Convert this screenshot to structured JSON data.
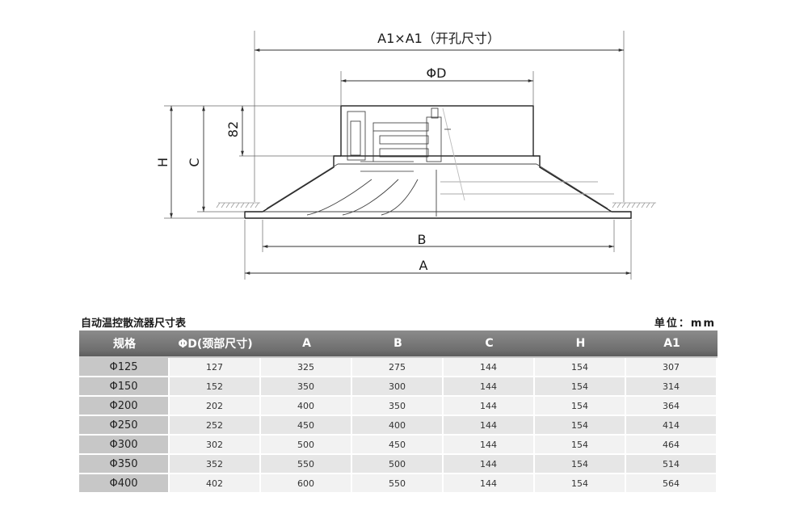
{
  "drawing": {
    "dims": {
      "a1_cut": "A1×A1（开孔尺寸）",
      "phi_d": "ΦD",
      "b": "B",
      "a": "A",
      "h": "H",
      "c": "C",
      "d82": "82"
    }
  },
  "table": {
    "title": "自动温控散流器尺寸表",
    "unit": "单位：mm",
    "headers": [
      "规格",
      "ΦD(颈部尺寸)",
      "A",
      "B",
      "C",
      "H",
      "A1"
    ],
    "rows": [
      [
        "Φ125",
        "127",
        "325",
        "275",
        "144",
        "154",
        "307"
      ],
      [
        "Φ150",
        "152",
        "350",
        "300",
        "144",
        "154",
        "314"
      ],
      [
        "Φ200",
        "202",
        "400",
        "350",
        "144",
        "154",
        "364"
      ],
      [
        "Φ250",
        "252",
        "450",
        "400",
        "144",
        "154",
        "414"
      ],
      [
        "Φ300",
        "302",
        "500",
        "450",
        "144",
        "154",
        "464"
      ],
      [
        "Φ350",
        "352",
        "550",
        "500",
        "144",
        "154",
        "514"
      ],
      [
        "Φ400",
        "402",
        "600",
        "550",
        "144",
        "154",
        "564"
      ]
    ]
  }
}
